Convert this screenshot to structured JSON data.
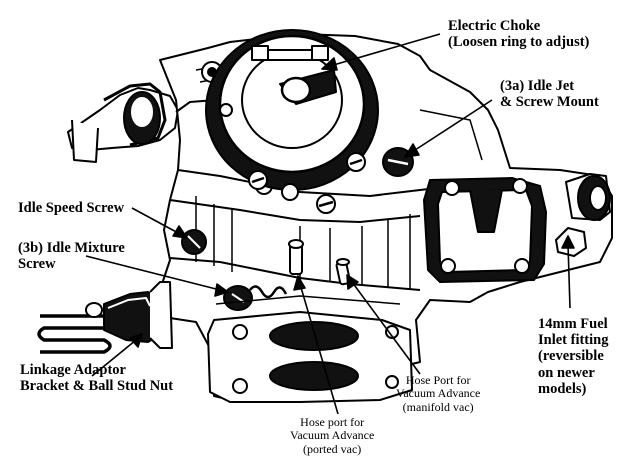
{
  "labels": {
    "electric_choke": {
      "lines": [
        "Electric Choke",
        "(Loosen ring to adjust)"
      ]
    },
    "idle_jet": {
      "lines": [
        "(3a) Idle Jet",
        "& Screw Mount"
      ]
    },
    "idle_speed_screw": {
      "lines": [
        "Idle Speed Screw"
      ]
    },
    "idle_mixture_screw": {
      "lines": [
        "(3b) Idle Mixture",
        "Screw"
      ]
    },
    "fuel_inlet": {
      "lines": [
        "14mm Fuel",
        "Inlet fitting",
        "(reversible",
        "on  newer",
        "models)"
      ]
    },
    "linkage_adaptor": {
      "lines": [
        "Linkage Adaptor",
        "Bracket & Ball Stud Nut"
      ]
    },
    "hose_port_manifold": {
      "lines": [
        "Hose Port for",
        "Vacuum Advance",
        "(manifold vac)"
      ]
    },
    "hose_port_ported": {
      "lines": [
        "Hose port for",
        "Vacuum Advance",
        "(ported vac)"
      ]
    }
  },
  "colors": {
    "ink": "#000000",
    "paper": "#ffffff"
  }
}
